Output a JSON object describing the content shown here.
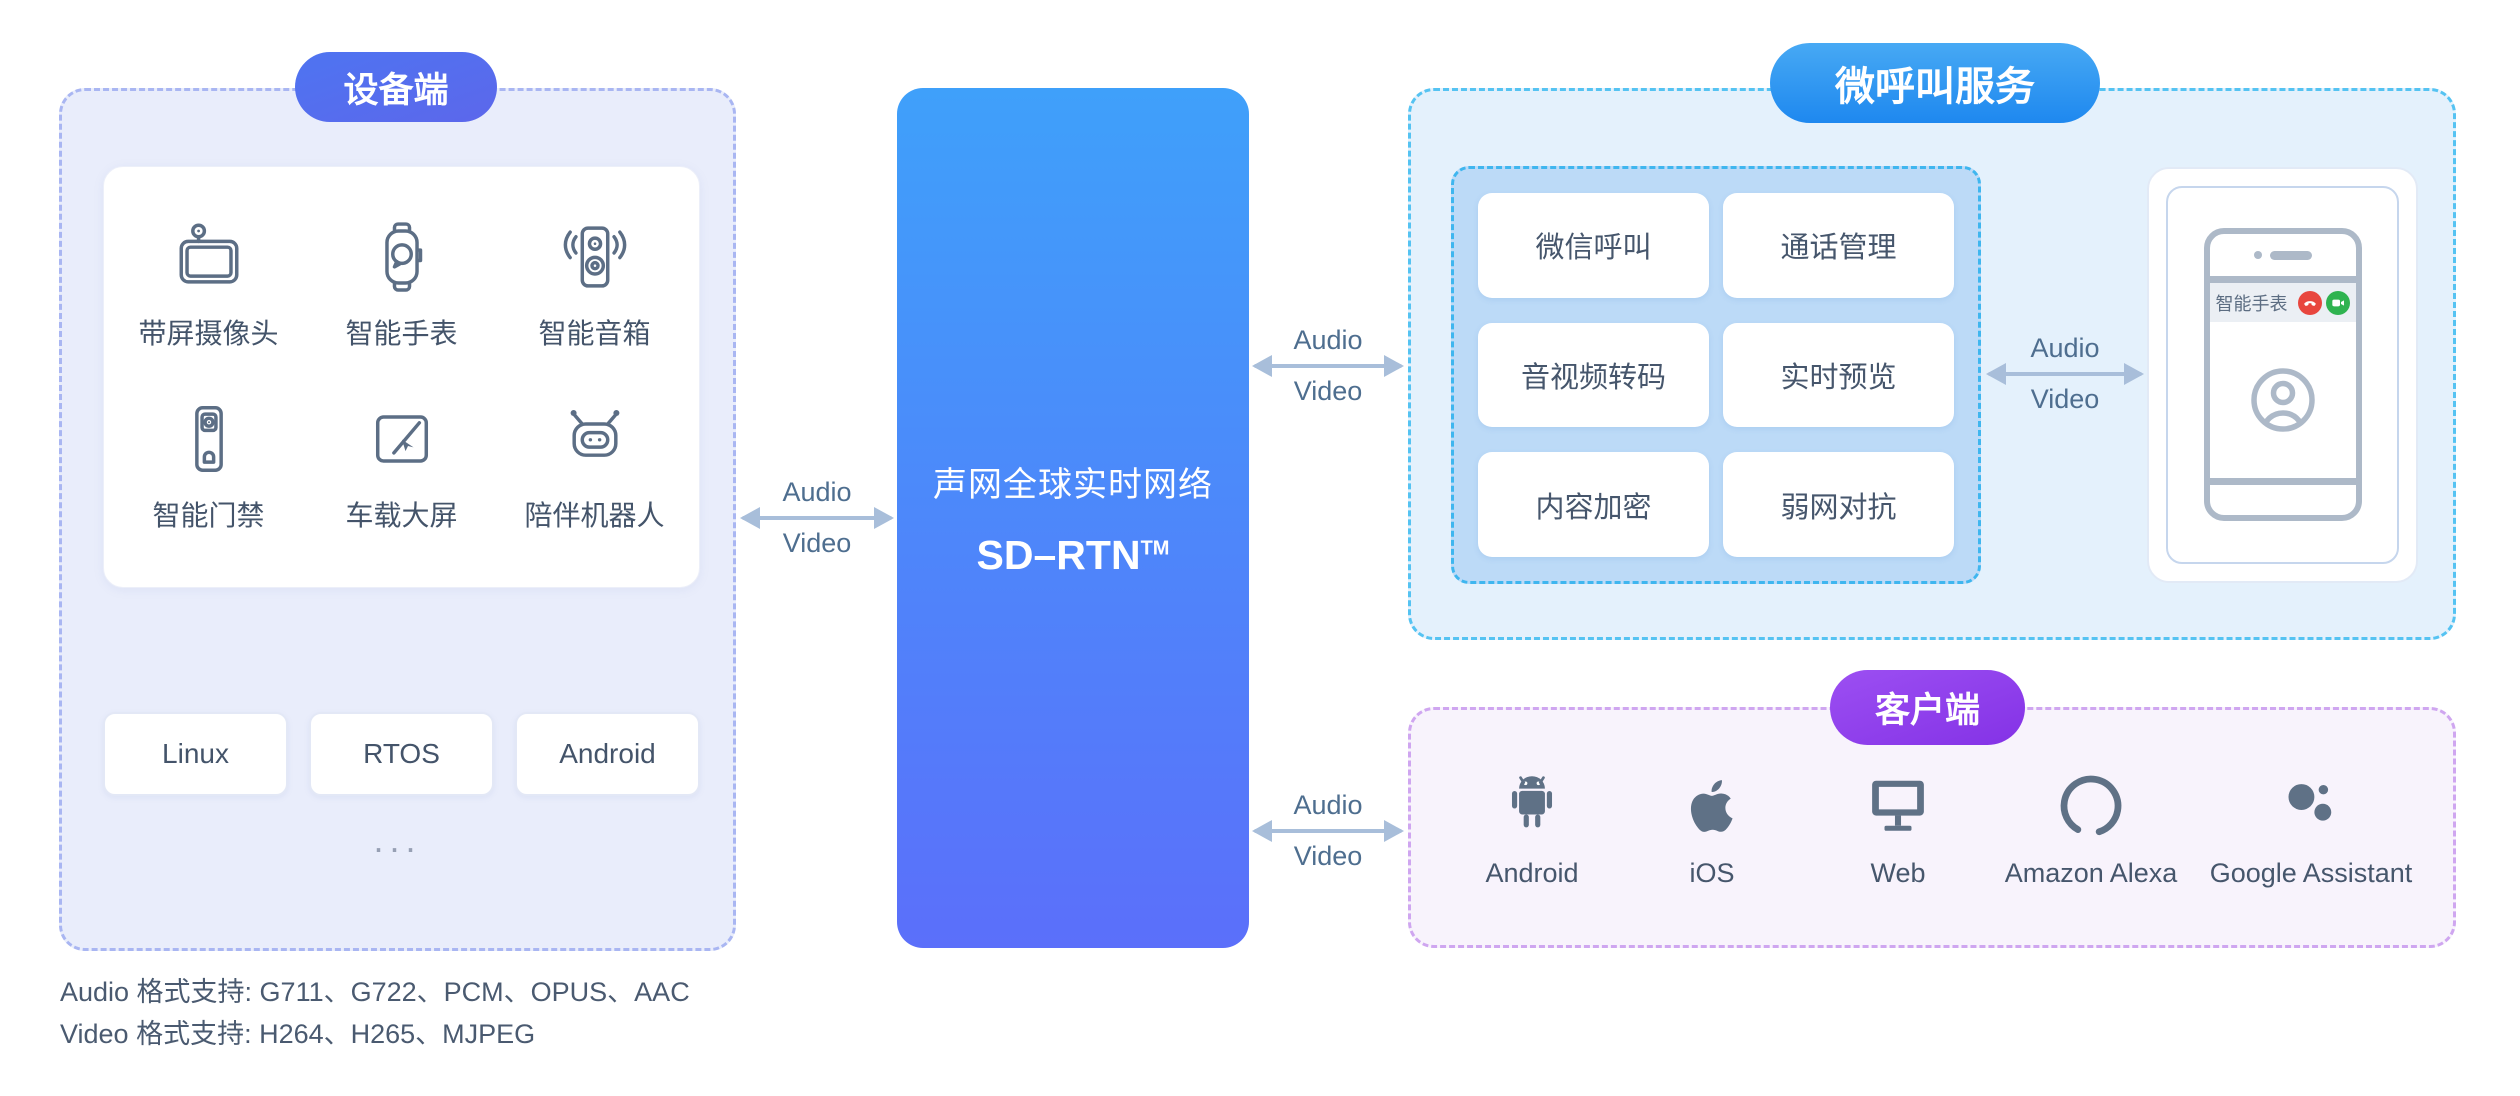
{
  "device_panel": {
    "badge": "设备端",
    "devices": [
      {
        "label": "带屏摄像头"
      },
      {
        "label": "智能手表"
      },
      {
        "label": "智能音箱"
      },
      {
        "label": "智能门禁"
      },
      {
        "label": "车载大屏"
      },
      {
        "label": "陪伴机器人"
      }
    ],
    "os": [
      {
        "label": "Linux"
      },
      {
        "label": "RTOS"
      },
      {
        "label": "Android"
      }
    ],
    "more": "..."
  },
  "core": {
    "title": "声网全球实时网络",
    "name": "SD–RTN",
    "tm": "TM"
  },
  "links": {
    "audio": "Audio",
    "video": "Video"
  },
  "call_service": {
    "badge": "微呼叫服务",
    "features": [
      {
        "label": "微信呼叫"
      },
      {
        "label": "通话管理"
      },
      {
        "label": "音视频转码"
      },
      {
        "label": "实时预览"
      },
      {
        "label": "内容加密"
      },
      {
        "label": "弱网对抗"
      }
    ],
    "phone": {
      "caller": "智能手表"
    }
  },
  "clients": {
    "badge": "客户端",
    "platforms": [
      {
        "label": "Android"
      },
      {
        "label": "iOS"
      },
      {
        "label": "Web"
      },
      {
        "label": "Amazon Alexa"
      },
      {
        "label": "Google Assistant"
      }
    ]
  },
  "footer": {
    "audio_formats": "Audio 格式支持: G711、G722、PCM、OPUS、AAC",
    "video_formats": "Video 格式支持: H264、H265、MJPEG"
  },
  "colors": {
    "device_badge_start": "#4E74F1",
    "device_badge_end": "#5C67EB",
    "call_badge_start": "#47A9F4",
    "call_badge_end": "#1E88EF",
    "client_badge_start": "#9C4FF2",
    "client_badge_end": "#8432E6",
    "sdrtn_top": "#3FA0FA",
    "sdrtn_bottom": "#5B6FFA",
    "arrow": "#A8BEDA",
    "arrow_label": "#4E6E8F",
    "hangup_red": "#E8463E",
    "video_green": "#2FB350"
  }
}
